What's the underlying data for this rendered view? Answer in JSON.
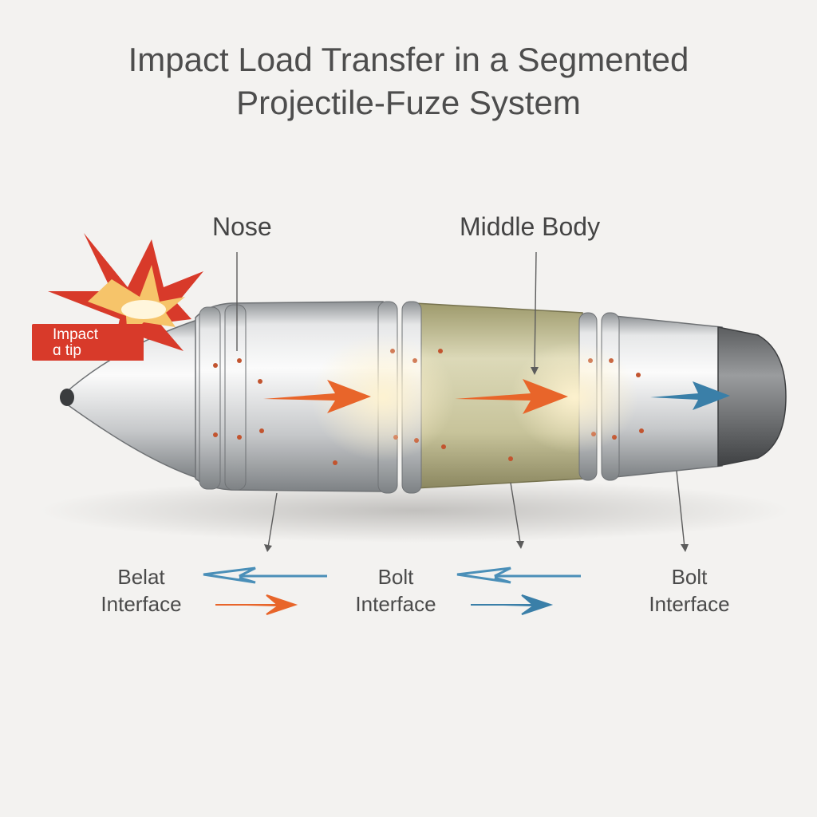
{
  "title": {
    "line1": "Impact Load Transfer in a Segmented",
    "line2": "Projectile-Fuze System"
  },
  "labels": {
    "nose": "Nose",
    "middle_body": "Middle Body",
    "impact_line1": "Impact",
    "impact_line2": "ɑ tip"
  },
  "interfaces": [
    {
      "line1": "Belat",
      "line2": "Interface"
    },
    {
      "line1": "Bolt",
      "line2": "Interface"
    },
    {
      "line1": "Bolt",
      "line2": "Interface"
    }
  ],
  "colors": {
    "background": "#f3f2f0",
    "impact_red": "#d83a2a",
    "load_orange": "#e8652a",
    "transfer_blue": "#3a7fa8",
    "body_silver": "#c9cbcc",
    "middle_olive": "#c7c39a"
  }
}
